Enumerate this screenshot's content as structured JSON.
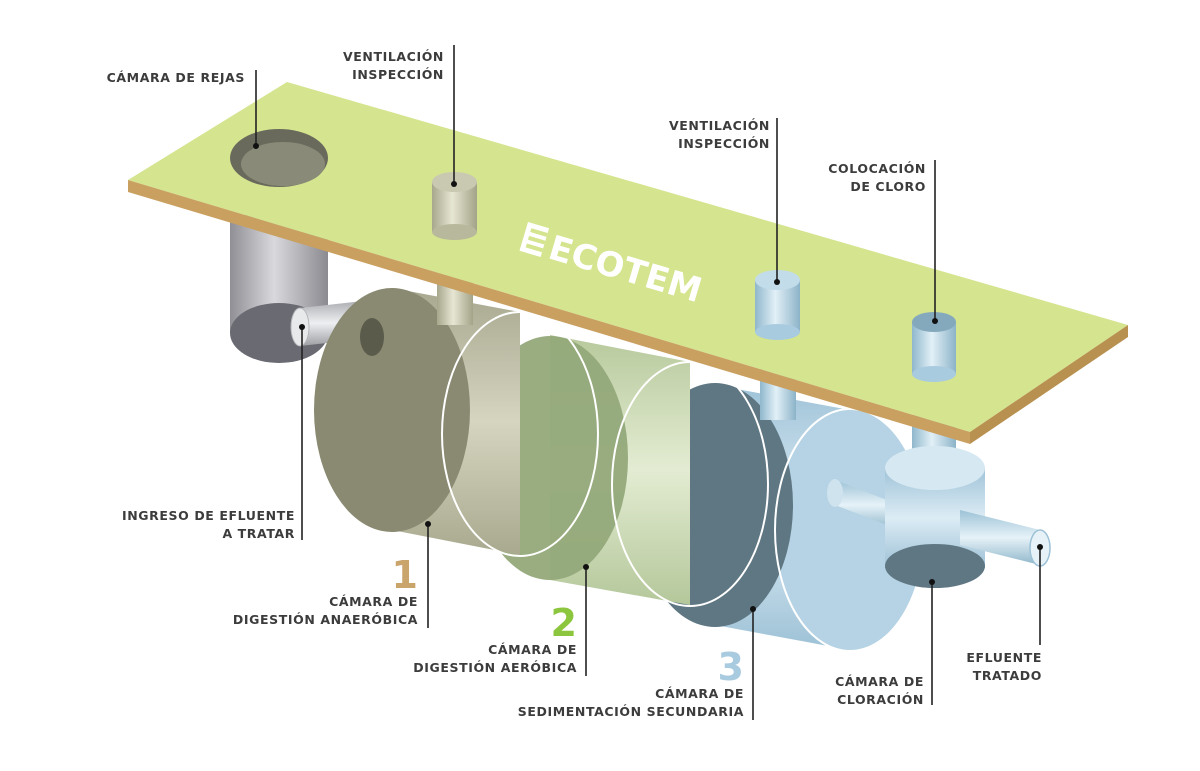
{
  "brand": {
    "name": "ECOTEM"
  },
  "labels": {
    "camara_rejas": "CÁMARA DE REJAS",
    "ventilacion1_l1": "VENTILACIÓN",
    "ventilacion1_l2": "INSPECCIÓN",
    "ventilacion2_l1": "VENTILACIÓN",
    "ventilacion2_l2": "INSPECCIÓN",
    "cloro_l1": "COLOCACIÓN",
    "cloro_l2": "DE CLORO",
    "ingreso_l1": "INGRESO DE EFLUENTE",
    "ingreso_l2": "A TRATAR",
    "anaerobica_l1": "CÁMARA DE",
    "anaerobica_l2": "DIGESTIÓN ANAERÓBICA",
    "aerobica_l1": "CÁMARA DE",
    "aerobica_l2": "DIGESTIÓN AERÓBICA",
    "sedimentacion_l1": "CÁMARA DE",
    "sedimentacion_l2": "SEDIMENTACIÓN SECUNDARIA",
    "cloracion_l1": "CÁMARA DE",
    "cloracion_l2": "CLORACIÓN",
    "efluente_l1": "EFLUENTE",
    "efluente_l2": "TRATADO"
  },
  "chambers": [
    {
      "number": "1",
      "color": "#c9a46b"
    },
    {
      "number": "2",
      "color": "#8cc63f"
    },
    {
      "number": "3",
      "color": "#a9cbe0"
    }
  ],
  "colors": {
    "slab_top": "#d4e48f",
    "slab_edge": "#c9a060",
    "anaerobic": "#8a8a72",
    "aerobic": "#93a97a",
    "sedimentation": "#5f7783",
    "chlorination": "#a9cbe0"
  }
}
